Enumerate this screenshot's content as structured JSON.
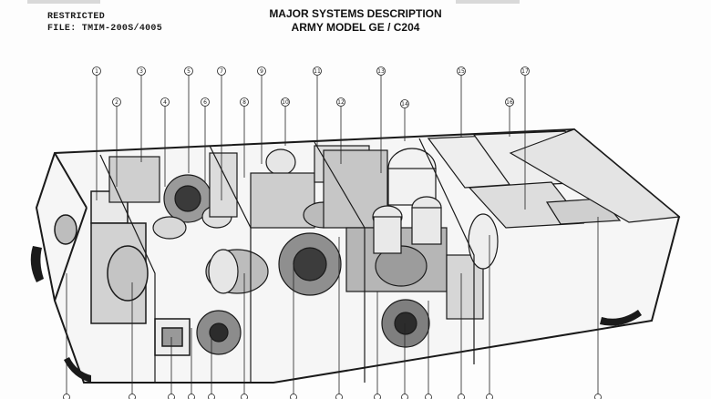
{
  "header": {
    "classification": "RESTRICTED",
    "file_label": "FILE: TMIM-200S/4005",
    "title_line1": "MAJOR SYSTEMS DESCRIPTION",
    "title_line2": "ARMY MODEL GE / C204"
  },
  "callouts_top": [
    {
      "label": "1"
    },
    {
      "label": "2"
    },
    {
      "label": "3"
    },
    {
      "label": "4"
    },
    {
      "label": "5"
    },
    {
      "label": "6"
    },
    {
      "label": "7"
    },
    {
      "label": "8"
    },
    {
      "label": "9"
    },
    {
      "label": "10"
    },
    {
      "label": "11"
    },
    {
      "label": "12"
    },
    {
      "label": "13"
    },
    {
      "label": "14"
    },
    {
      "label": "15"
    },
    {
      "label": "16"
    },
    {
      "label": "17"
    }
  ],
  "colors": {
    "ink": "#1a1a1a",
    "paper": "#fdfdfd",
    "shade": "#9a9a9a"
  }
}
